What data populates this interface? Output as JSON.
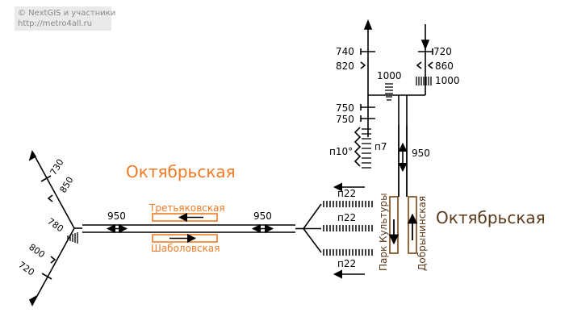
{
  "copyright": {
    "line1": "© NextGIS и участники",
    "line2": "http://metro4all.ru"
  },
  "colors": {
    "track": "#000000",
    "orange_station": "#f07a24",
    "brown_station": "#5a3a1a",
    "platform_brown": "#8b5a2b",
    "copyright_bg": "#eaeaea",
    "copyright_text": "#8a8a8a"
  },
  "stations": {
    "orange_title": "Октябрьская",
    "brown_title": "Октябрьская",
    "tretyakovskaya": "Третьяковская",
    "shabolovskaya": "Шаболовская",
    "park_kultury": "Парк Культуры",
    "dobryninskaya": "Добрынинская"
  },
  "left_exit": {
    "w730": "730",
    "w850": "850",
    "w780": "780",
    "w800": "800",
    "w720": "720"
  },
  "passages": {
    "left_950": "950",
    "right_950": "950",
    "vertical_950": "950",
    "p22_top": "п22",
    "p22_mid": "п22",
    "p22_bottom": "п22"
  },
  "top_exit": {
    "w740": "740",
    "w820": "820",
    "w720": "720",
    "w860": "860",
    "w1000_mid": "1000",
    "w1000_right": "1000",
    "w750_a": "750",
    "w750_b": "750",
    "p10": "п10°",
    "p7": "п7"
  }
}
